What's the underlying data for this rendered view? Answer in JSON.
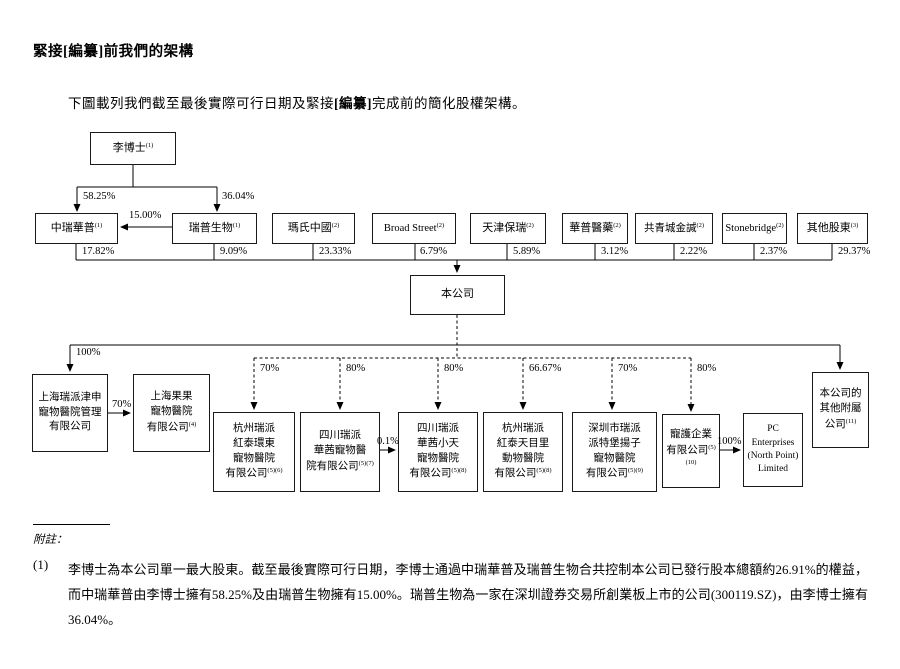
{
  "header": {
    "title": "緊接[編纂]前我們的架構",
    "intro_pre": "下圖載列我們截至最後實際可行日期及緊接",
    "intro_bold": "[編纂]",
    "intro_post": "完成前的簡化股權架構。"
  },
  "nodes": {
    "li": {
      "label": "李博士",
      "note": "(1)"
    },
    "zhongrui": {
      "label": "中瑞華普",
      "note": "(1)"
    },
    "ruipu": {
      "label": "瑞普生物",
      "note": "(1)"
    },
    "mars": {
      "label": "瑪氏中國",
      "note": "(2)"
    },
    "broadstreet": {
      "label": "Broad Street",
      "note": "(2)"
    },
    "tianjinbaorui": {
      "label": "天津保瑞",
      "note": "(2)"
    },
    "huapu": {
      "label": "華普醫藥",
      "note": "(2)"
    },
    "gongqingcheng": {
      "label": "共青城金諴",
      "note": "(2)"
    },
    "stonebridge": {
      "label": "Stonebridge",
      "note": "(2)"
    },
    "others": {
      "label": "其他股東",
      "note": "(3)"
    },
    "company": {
      "label": "本公司"
    },
    "jinshen": {
      "label": "上海瑞派津申\n寵物醫院管理\n有限公司"
    },
    "guoguo": {
      "label": "上海果果\n寵物醫院\n有限公司",
      "note": "(4)"
    },
    "hongtai_huandong": {
      "label": "杭州瑞派\n紅泰環東\n寵物醫院\n有限公司",
      "note": "(5)(6)"
    },
    "huaqian": {
      "label": "四川瑞派\n華茜寵物醫\n院有限公司",
      "note": "(5)(7)"
    },
    "huaqian_xiaotian": {
      "label": "四川瑞派\n華茜小天\n寵物醫院\n有限公司",
      "note": "(5)(8)"
    },
    "hongtai_tianmuli": {
      "label": "杭州瑞派\n紅泰天目里\n動物醫院\n有限公司",
      "note": "(5)(8)"
    },
    "shenzhen_pateburg": {
      "label": "深圳市瑞派\n派特堡揚子\n寵物醫院\n有限公司",
      "note": "(5)(9)"
    },
    "chonghu": {
      "label": "寵護企業\n有限公司",
      "note": "(5)(10)"
    },
    "pc_enterprises": {
      "label": "PC\nEnterprises\n(North Point)\nLimited"
    },
    "other_subs": {
      "label": "本公司的\n其他附屬\n公司",
      "note": "(11)"
    }
  },
  "percentages": {
    "li_to_zhongrui": "58.25%",
    "li_to_ruipu": "36.04%",
    "ruipu_to_zhongrui": "15.00%",
    "holdings": [
      "17.82%",
      "9.09%",
      "23.33%",
      "6.79%",
      "5.89%",
      "3.12%",
      "2.22%",
      "2.37%",
      "29.37%"
    ],
    "company_to_jinshen": "100%",
    "dashed": [
      "70%",
      "80%",
      "80%",
      "66.67%",
      "70%",
      "80%"
    ],
    "jinshen_to_guoguo": "70%",
    "huaqian_to_xiaotian": "0.1%",
    "chonghu_to_pc": "100%"
  },
  "footnotes": {
    "label": "附註：",
    "note1_num": "(1)",
    "note1_text": "李博士為本公司單一最大股東。截至最後實際可行日期，李博士通過中瑞華普及瑞普生物合共控制本公司已發行股本總額約26.91%的權益，而中瑞華普由李博士擁有58.25%及由瑞普生物擁有15.00%。瑞普生物為一家在深圳證券交易所創業板上市的公司(300119.SZ)，由李博士擁有36.04%。"
  }
}
